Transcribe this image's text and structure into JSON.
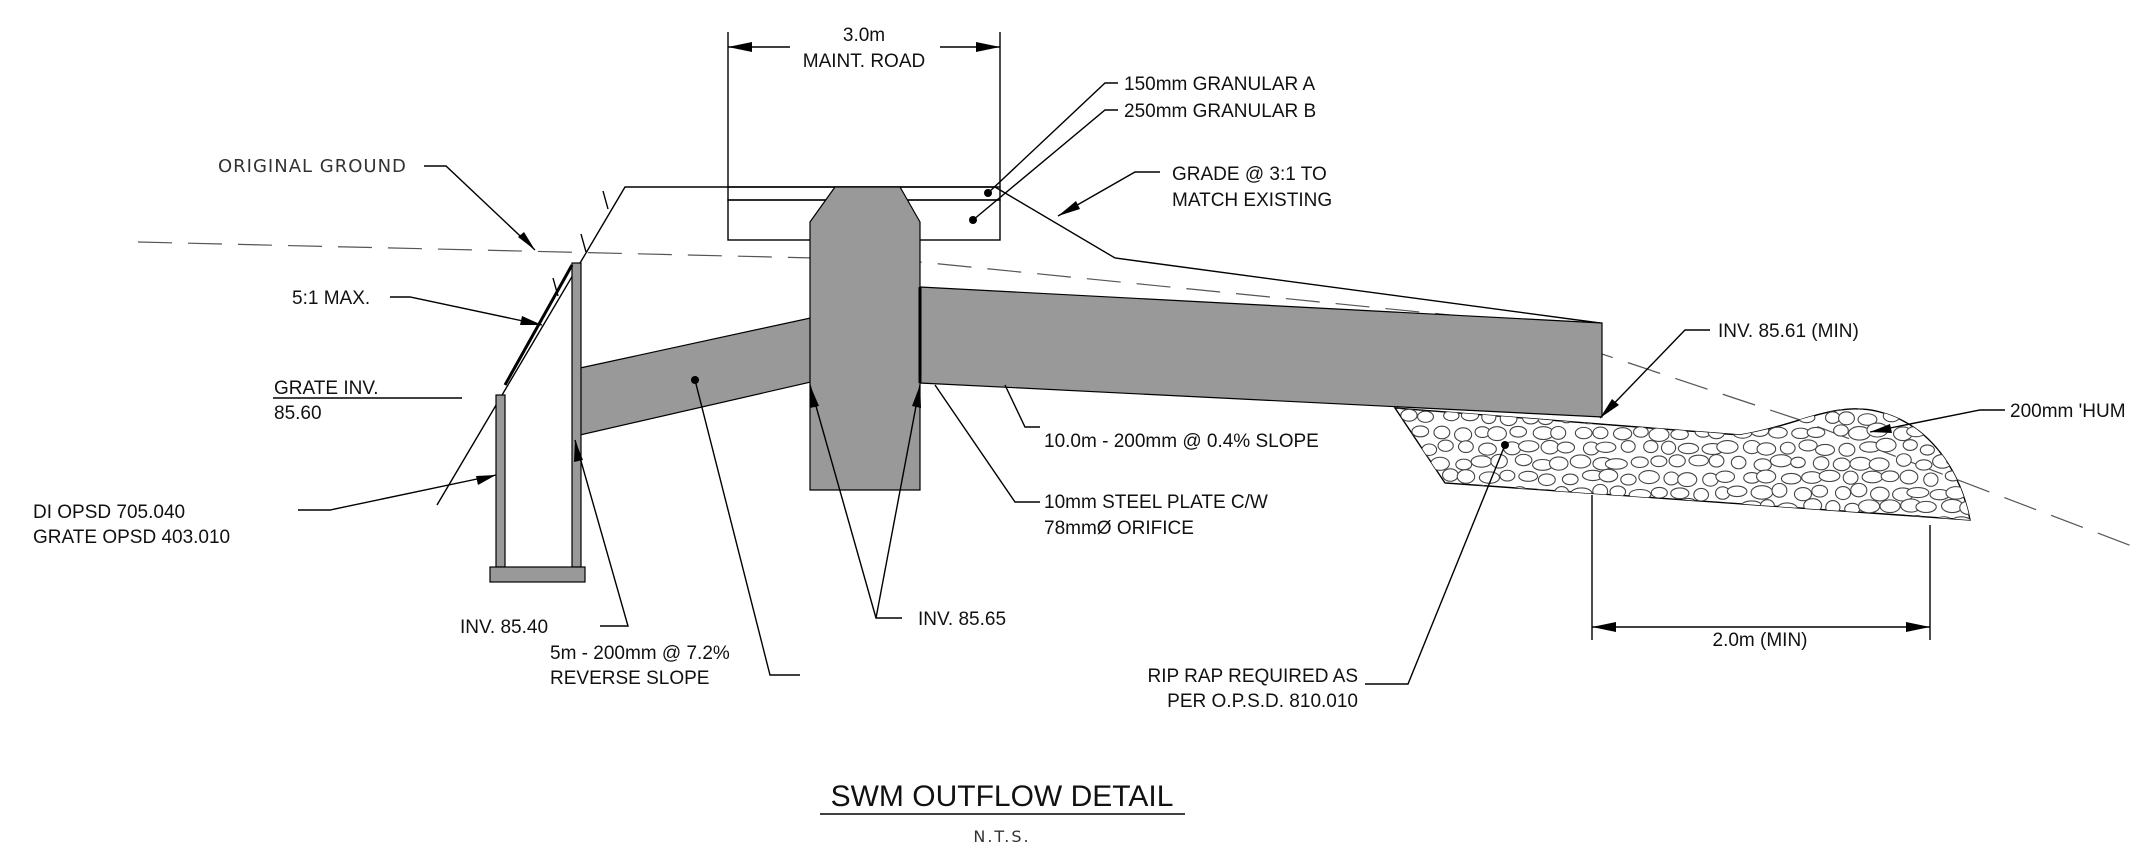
{
  "labels": {
    "road_width": "3.0m",
    "road_name": "MAINT. ROAD",
    "granular_a": "150mm GRANULAR A",
    "granular_b": "250mm GRANULAR B",
    "original_ground": "ORIGINAL GROUND",
    "grade_line1": "GRADE @ 3:1 TO",
    "grade_line2": "MATCH EXISTING",
    "slope_max": "5:1 MAX.",
    "grate_inv_title": "GRATE INV.",
    "grate_inv_value": "85.60",
    "di_line1": "DI OPSD 705.040",
    "di_line2": "GRATE OPSD 403.010",
    "inv_8540": "INV. 85.40",
    "reverse_line1": "5m - 200mm @ 7.2%",
    "reverse_line2": "REVERSE SLOPE",
    "inv_8565": "INV. 85.65",
    "outlet_pipe": "10.0m - 200mm @ 0.4% SLOPE",
    "plate_line1": "10mm STEEL PLATE C/W",
    "plate_line2": "78mmØ ORIFICE",
    "inv_8561": "INV. 85.61 (MIN)",
    "hummock": "200mm 'HUM",
    "riprap_line1": "RIP RAP REQUIRED AS",
    "riprap_line2": "PER O.P.S.D. 810.010",
    "riprap_length": "2.0m (MIN)"
  },
  "title": "SWM OUTFLOW DETAIL",
  "subtitle": "N.T.S.",
  "colors": {
    "structure_fill": "#999999",
    "line": "#000000",
    "background": "#ffffff"
  }
}
